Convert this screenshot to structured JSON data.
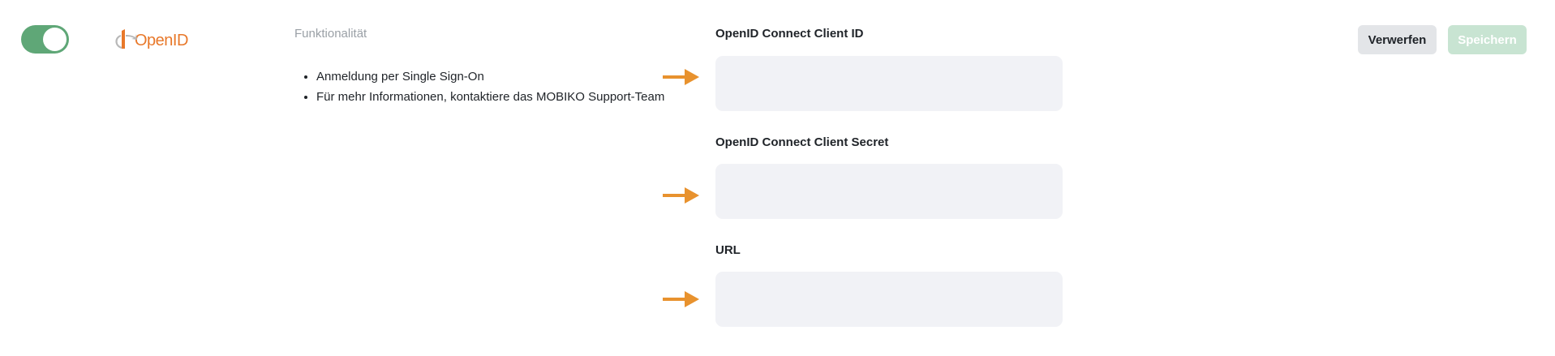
{
  "integration": {
    "enabled": true,
    "logo": {
      "icon": "openid-logo",
      "text": "OpenID"
    }
  },
  "section": {
    "label": "Funktionalität",
    "features": [
      "Anmeldung per Single Sign-On",
      "Für mehr Informationen, kontaktiere das MOBIKO Support-Team"
    ]
  },
  "form": {
    "client_id": {
      "label": "OpenID Connect Client ID",
      "value": ""
    },
    "client_secret": {
      "label": "OpenID Connect Client Secret",
      "value": ""
    },
    "url": {
      "label": "URL",
      "value": ""
    }
  },
  "actions": {
    "discard_label": "Verwerfen",
    "save_label": "Speichern"
  },
  "colors": {
    "toggle_on": "#5fa777",
    "accent_arrow": "#e8922e",
    "save_disabled": "#c8e4d2",
    "input_bg": "#f1f2f6"
  }
}
